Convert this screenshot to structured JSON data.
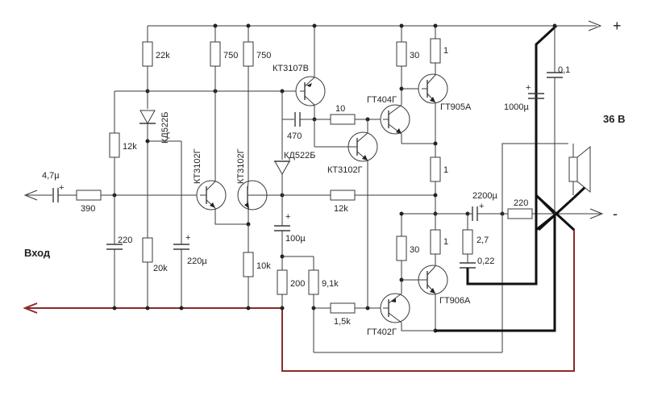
{
  "supply": {
    "plus_sign": "+",
    "minus_sign": "-",
    "voltage": "36 В"
  },
  "labels": {
    "input": "Вход",
    "plus": "+",
    "c_input": "4,7µ",
    "r390": "390",
    "r22k": "22k",
    "r12k": "12k",
    "r20k": "20k",
    "r750": "750",
    "r10k": "10k",
    "r200": "200",
    "r9k1": "9,1k",
    "r1k5": "1,5k",
    "r10": "10",
    "r30": "30",
    "r1": "1",
    "r220": "220",
    "r2r7": "2,7",
    "c220": "220",
    "c220u": "220µ",
    "c100u": "100µ",
    "c470": "470",
    "c2200u": "2200µ",
    "c1000u": "1000µ",
    "c0_1": "0,1",
    "c0_22": "0,22",
    "d_kd522b": "КД522Б",
    "q_kt3102g": "КТ3102Г",
    "q_kt3107v": "КТ3107В",
    "q_gt404g": "ГТ404Г",
    "q_gt905a": "ГТ905А",
    "q_gt906a": "ГТ906А",
    "q_gt402g": "ГТ402Г"
  }
}
